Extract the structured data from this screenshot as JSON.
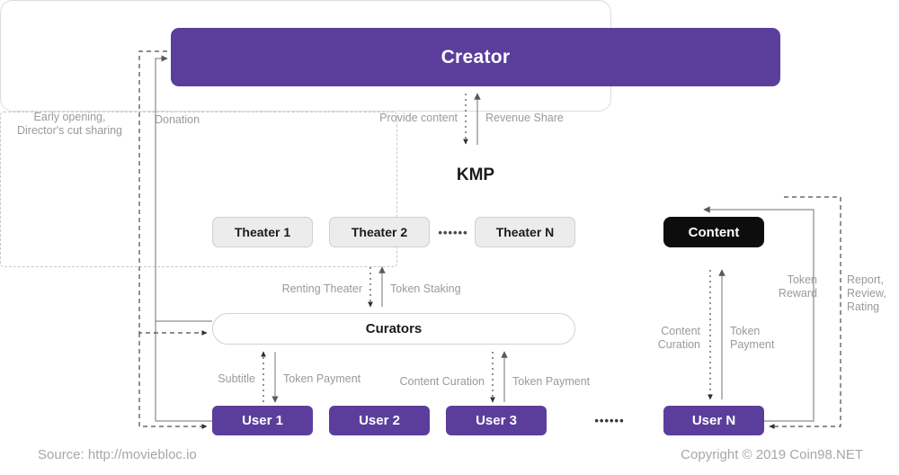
{
  "diagram": {
    "title": "MovieBloc KMP ecosystem flow diagram",
    "colors": {
      "purple": "#5b3e9c",
      "black": "#0d0d0d",
      "theater_gray": "#ececec",
      "label_gray": "#9a9a9a",
      "border_gray": "#dcdcdc"
    },
    "nodes": {
      "creator": "Creator",
      "kmp": "KMP",
      "content": "Content",
      "curators": "Curators",
      "theaters": [
        "Theater 1",
        "Theater 2",
        "Theater N"
      ],
      "theater_ellipsis": "••••••",
      "users": [
        "User 1",
        "User 2",
        "User 3",
        "User N"
      ],
      "user_ellipsis": "••••••"
    },
    "edge_labels": {
      "early_opening": "Early opening,\nDirector's cut sharing",
      "donation": "Donation",
      "provide_content": "Provide content",
      "revenue_share": "Revenue Share",
      "renting_theater": "Renting Theater",
      "token_staking": "Token Staking",
      "subtitle": "Subtitle",
      "token_payment_left": "Token Payment",
      "content_curation_mid": "Content Curation",
      "token_payment_mid": "Token Payment",
      "content_curation_right": "Content\nCuration",
      "token_payment_right": "Token\nPayment",
      "token_reward": "Token\nReward",
      "report_review_rating": "Report,\nReview,\nRating"
    }
  },
  "footer": {
    "source": "Source: http://moviebloc.io",
    "copyright": "Copyright © 2019 Coin98.NET"
  }
}
